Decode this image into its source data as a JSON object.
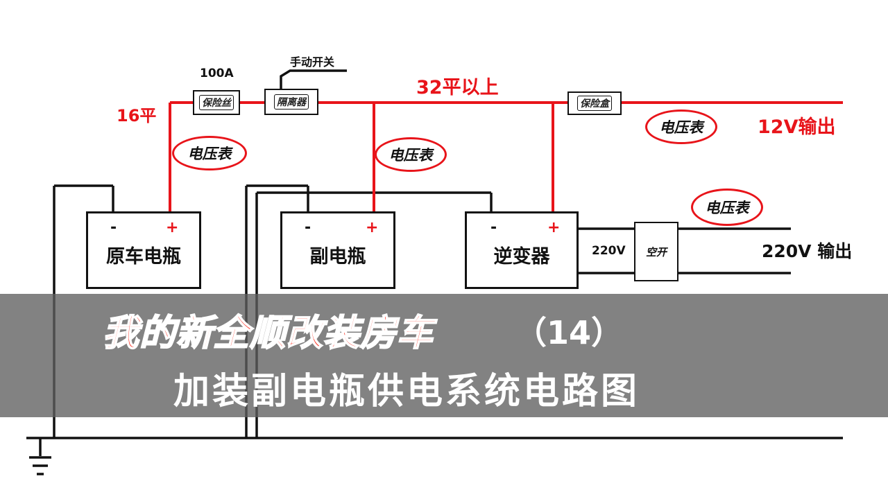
{
  "colors": {
    "wire_positive": "#e8141a",
    "wire_ground": "#111111",
    "title_accent": "#ff2a1a"
  },
  "labels": {
    "fuse_rating": "100A",
    "manual_switch": "手动开关",
    "wire_16": "16平",
    "wire_32": "32平以上",
    "output_12v": "12V输出",
    "output_220v": "220V 输出",
    "inverter_220v": "220V"
  },
  "components": {
    "fuse": "保险丝",
    "isolator": "隔离器",
    "fuse_box": "保险盒",
    "breaker": "空开",
    "main_battery": "原车电瓶",
    "aux_battery": "副电瓶",
    "inverter": "逆变器",
    "minus": "-",
    "plus": "+"
  },
  "meters": {
    "meter_1": "电压表",
    "meter_2": "电压表",
    "meter_3": "电压表",
    "meter_4": "电压表"
  },
  "banner": {
    "title_line1": "我的新全顺改装房车",
    "title_episode": "（14）",
    "title_line2": "加装副电瓶供电系统电路图"
  }
}
